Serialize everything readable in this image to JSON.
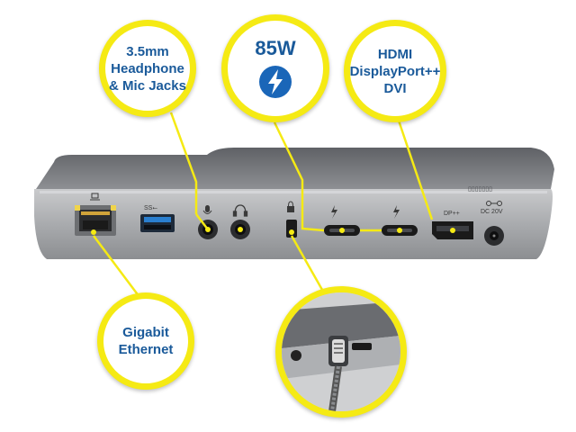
{
  "callouts": {
    "audio": {
      "lines": [
        "3.5mm",
        "Headphone",
        "& Mic Jacks"
      ]
    },
    "power": {
      "lines": [
        "85W"
      ],
      "icon": "thunderbolt-bolt-icon"
    },
    "video": {
      "lines": [
        "HDMI",
        "DisplayPort++",
        "DVI"
      ]
    },
    "ethernet": {
      "lines": [
        "Gigabit",
        "Ethernet"
      ]
    },
    "lock": {
      "icon": "security-lock-closeup"
    }
  },
  "ports": {
    "usb_label": "SS⭠",
    "dp_label": "DP++",
    "dc_label": "DC 20V"
  },
  "colors": {
    "callout_border": "#f5ea14",
    "callout_text": "#1a5a9a",
    "leader_line": "#f5ea14",
    "dock_body": "#9a9ca0",
    "usb_blue": "#2a7fd0",
    "bolt_blue": "#1a66b8"
  }
}
